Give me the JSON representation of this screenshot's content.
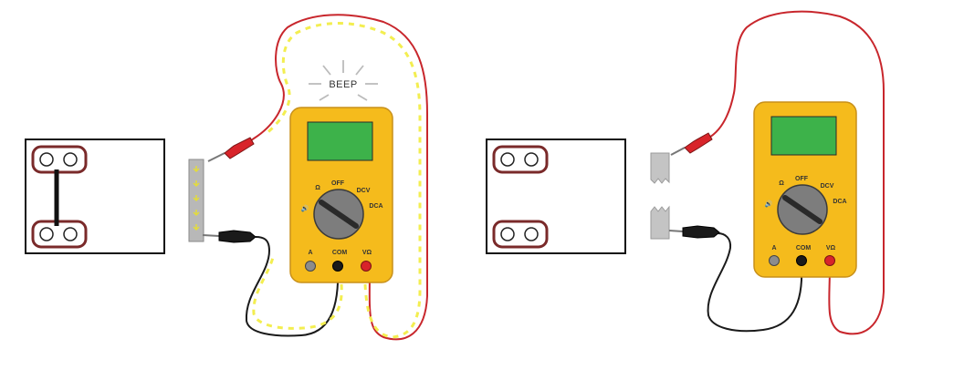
{
  "panel_left": {
    "beep_text": "BEEP",
    "dial": {
      "ohm": "Ω",
      "off": "OFF",
      "dcv": "DCV",
      "dca": "DCA",
      "sound": "🔊"
    },
    "jacks": {
      "a": "A",
      "com": "COM",
      "vohm": "VΩ"
    }
  },
  "panel_right": {
    "dial": {
      "ohm": "Ω",
      "off": "OFF",
      "dcv": "DCV",
      "dca": "DCA",
      "sound": "🔊"
    },
    "jacks": {
      "a": "A",
      "com": "COM",
      "vohm": "VΩ"
    }
  },
  "colors": {
    "meter_body": "#f5bb1c",
    "meter_border": "#c8901a",
    "display": "#3db24a",
    "probe_red": "#d8242a",
    "probe_black": "#1a1a1a",
    "arrow": "#f3ee50",
    "fuse": "#b8b8b8"
  }
}
